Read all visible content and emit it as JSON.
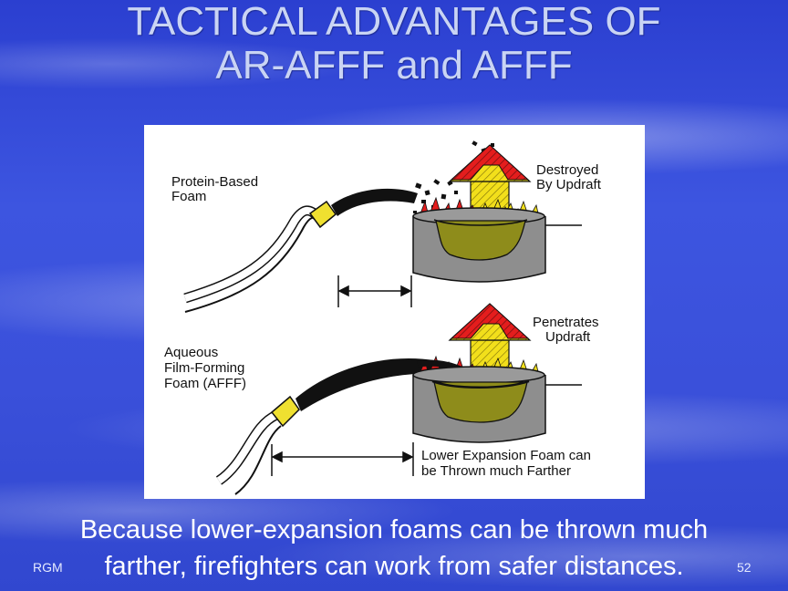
{
  "slide": {
    "title_line1": "TACTICAL ADVANTAGES OF",
    "title_line2": "AR-AFFF and AFFF",
    "caption_line1": "Because lower-expansion foams  can be thrown much",
    "caption_line2": "farther, firefighters can work from safer distances.",
    "footer_left": "RGM",
    "page_number": "52"
  },
  "diagram": {
    "top_label_1": "Protein-Based",
    "top_label_2": "Foam",
    "top_result_1": "Destroyed",
    "top_result_2": "By Updraft",
    "bottom_label_1": "Aqueous",
    "bottom_label_2": "Film-Forming",
    "bottom_label_3": "Foam (AFFF)",
    "bottom_result_1": "Penetrates",
    "bottom_result_2": "Updraft",
    "distance_note_1": "Lower Expansion Foam can",
    "distance_note_2": "be Thrown much Farther",
    "colors": {
      "flame_red": "#e41d1d",
      "updraft_yellow": "#f2df1b",
      "tank_gray": "#8e8e8e",
      "foam_olive": "#8e8c1b",
      "nozzle_yellow": "#efe030"
    }
  }
}
